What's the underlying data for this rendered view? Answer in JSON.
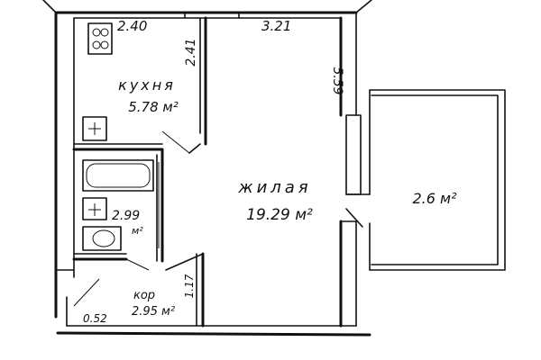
{
  "plan": {
    "dimensions": {
      "kitchen_width": "2.40",
      "kitchen_depth": "2.41",
      "living_width": "3.21",
      "living_depth": "5.59",
      "corridor_side": "1.17",
      "corridor_front": "0.52"
    },
    "rooms": {
      "kitchen": {
        "label": "кухня",
        "area": "5.78 м²"
      },
      "living": {
        "label": "жилая",
        "area": "19.29 м²"
      },
      "bathroom": {
        "area": "2.99",
        "unit": "м²"
      },
      "corridor": {
        "label": "кор",
        "area": "2.95 м²"
      },
      "balcony": {
        "area": "2.6 м²"
      }
    }
  }
}
